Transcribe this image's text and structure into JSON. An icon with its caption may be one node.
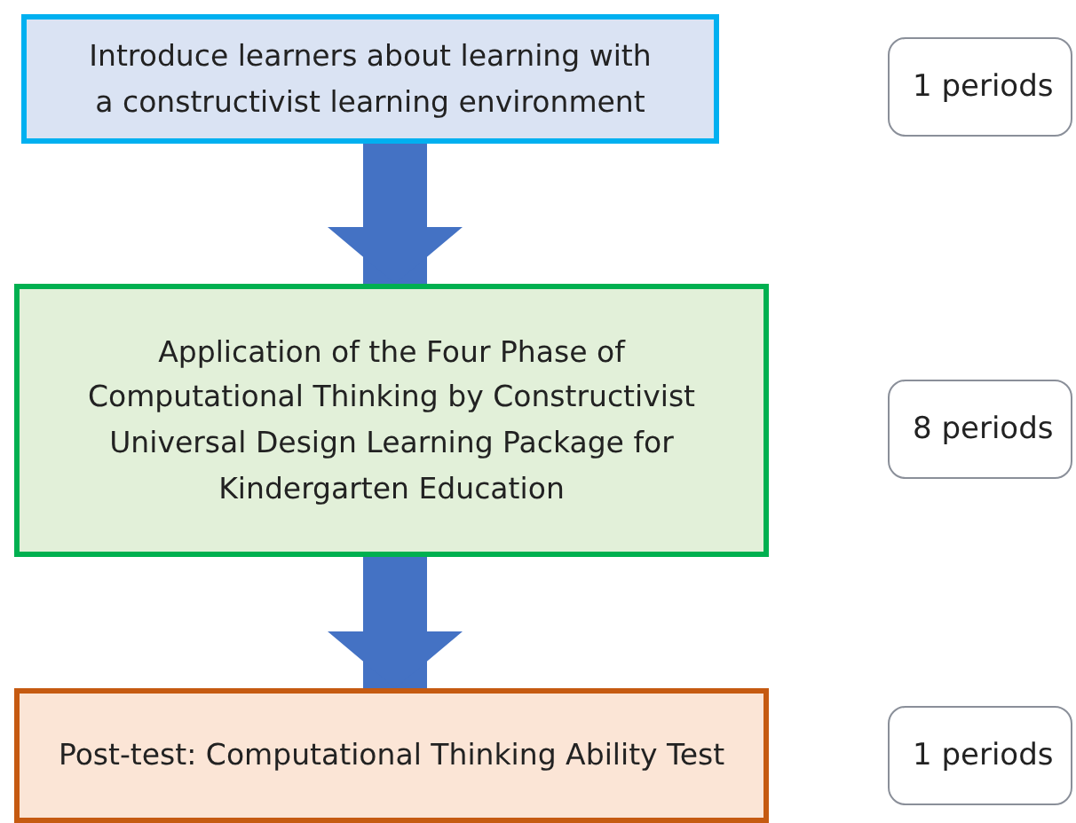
{
  "diagram": {
    "nodes": [
      {
        "text": [
          "Introduce learners about learning with a constructivist  learning environment"
        ]
      },
      {
        "text": [
          "Application of the Four Phase of Computational Thinking by Constructivist Universal Design Learning Package for Kindergarten Education"
        ]
      },
      {
        "text": [
          "Post-test: Computational Thinking Ability Test"
        ]
      },
      {
        "text": [
          "1 periods"
        ]
      },
      {
        "text": [
          "8 periods"
        ]
      },
      {
        "text": [
          "1 periods"
        ]
      }
    ],
    "edges": [
      {
        "from": 0,
        "to": 1,
        "arrow": "to"
      },
      {
        "from": 1,
        "to": 2,
        "arrow": "to"
      }
    ]
  }
}
